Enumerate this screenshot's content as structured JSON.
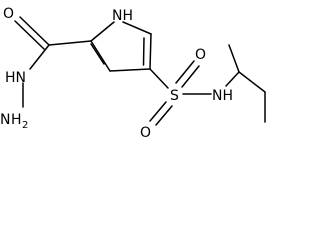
{
  "molecule": {
    "atoms": {
      "ring_nh": "NH",
      "carbonyl_o": "O",
      "hydrazide_nh": "HN",
      "hydrazide_n": "N",
      "hydrazide_h2": "H",
      "hydrazide_h2_sub": "2",
      "sulfur": "S",
      "sulfonyl_o_top": "O",
      "sulfonyl_o_bottom": "O",
      "sulfonamide_nh": "NH"
    }
  }
}
